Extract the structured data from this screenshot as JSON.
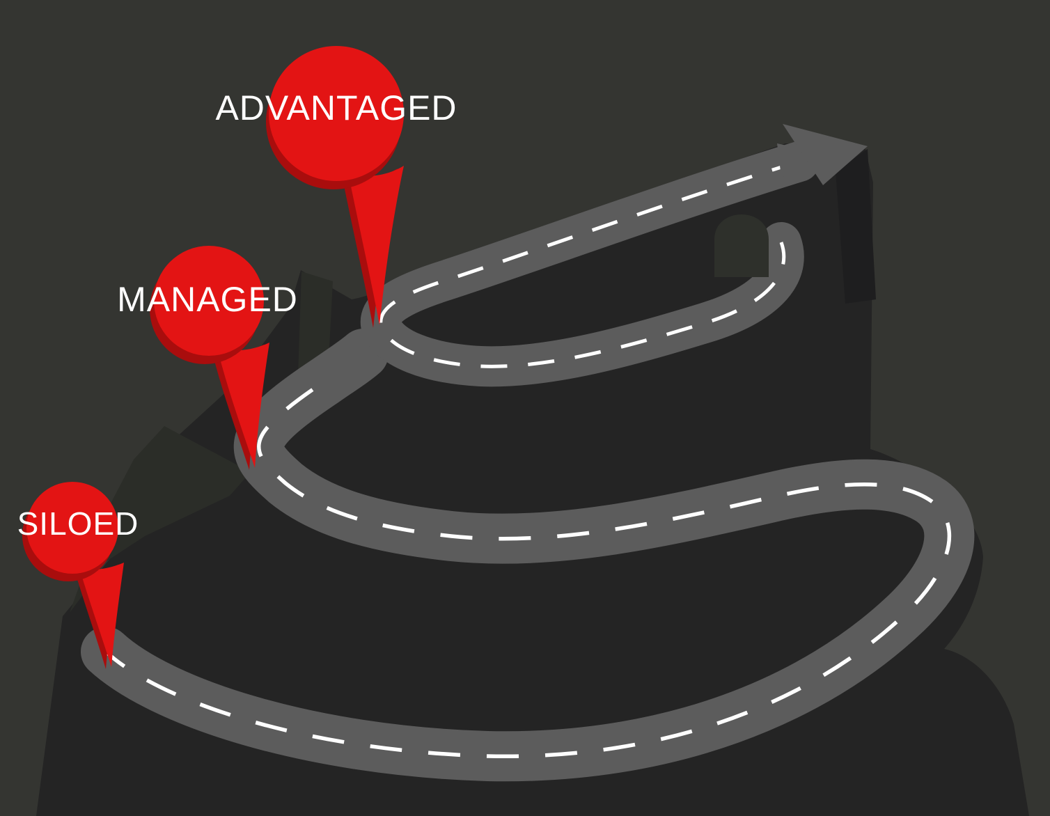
{
  "illustration": {
    "name": "maturity-roadmap-mountain",
    "stages": [
      {
        "label": "SILOED",
        "level": 1,
        "position": "bottom-left"
      },
      {
        "label": "MANAGED",
        "level": 2,
        "position": "middle-left"
      },
      {
        "label": "ADVANTAGED",
        "level": 3,
        "position": "top"
      }
    ],
    "colors": {
      "background": "#343531",
      "mountain": "#242424",
      "mountain_light_face": "#2b2d28",
      "mountain_shadow_face": "#1e1e1f",
      "road": "#5c5c5c",
      "road_marking": "#ffffff",
      "tunnel": "#2e302b",
      "pin_red": "#e31414",
      "pin_red_shadow": "#a90d0d",
      "label_text": "#ffffff"
    }
  }
}
